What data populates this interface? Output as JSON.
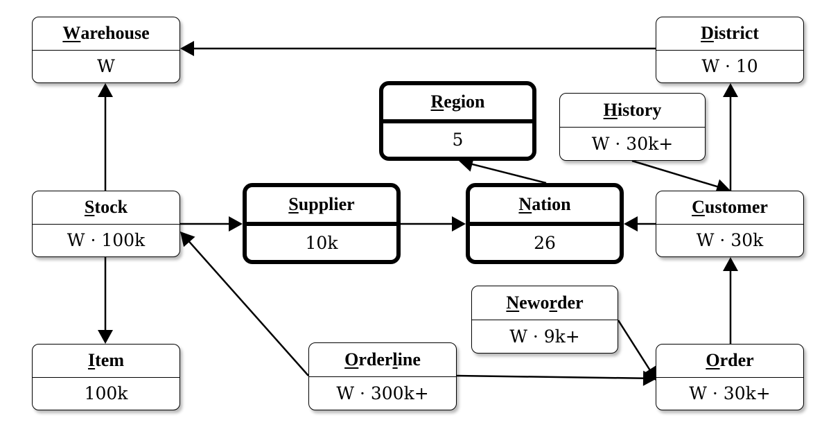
{
  "entities": [
    {
      "id": "warehouse",
      "name": "Warehouse",
      "underline": [
        0
      ],
      "cardinality": "W"
    },
    {
      "id": "district",
      "name": "District",
      "underline": [
        0
      ],
      "cardinality": "W · 10"
    },
    {
      "id": "region",
      "name": "Region",
      "underline": [
        0
      ],
      "cardinality": "5"
    },
    {
      "id": "history",
      "name": "History",
      "underline": [
        0
      ],
      "cardinality": "W · 30k+"
    },
    {
      "id": "stock",
      "name": "Stock",
      "underline": [
        0
      ],
      "cardinality": "W · 100k"
    },
    {
      "id": "supplier",
      "name": "Supplier",
      "underline": [
        0
      ],
      "cardinality": "10k"
    },
    {
      "id": "nation",
      "name": "Nation",
      "underline": [
        0
      ],
      "cardinality": "26"
    },
    {
      "id": "customer",
      "name": "Customer",
      "underline": [
        0
      ],
      "cardinality": "W · 30k"
    },
    {
      "id": "neworder",
      "name": "Neworder",
      "underline": [
        0,
        4
      ],
      "cardinality": "W · 9k+"
    },
    {
      "id": "item",
      "name": "Item",
      "underline": [
        0
      ],
      "cardinality": "100k"
    },
    {
      "id": "orderline",
      "name": "Orderline",
      "underline": [
        0,
        5
      ],
      "cardinality": "W · 300k+"
    },
    {
      "id": "order",
      "name": "Order",
      "underline": [
        0
      ],
      "cardinality": "W · 30k+"
    }
  ],
  "relationships": [
    {
      "from": "district",
      "to": "warehouse"
    },
    {
      "from": "stock",
      "to": "warehouse"
    },
    {
      "from": "stock",
      "to": "item"
    },
    {
      "from": "stock",
      "to": "supplier"
    },
    {
      "from": "supplier",
      "to": "nation"
    },
    {
      "from": "customer",
      "to": "nation"
    },
    {
      "from": "nation",
      "to": "region"
    },
    {
      "from": "customer",
      "to": "district"
    },
    {
      "from": "history",
      "to": "customer"
    },
    {
      "from": "order",
      "to": "customer"
    },
    {
      "from": "neworder",
      "to": "order"
    },
    {
      "from": "orderline",
      "to": "order"
    },
    {
      "from": "orderline",
      "to": "stock"
    }
  ]
}
